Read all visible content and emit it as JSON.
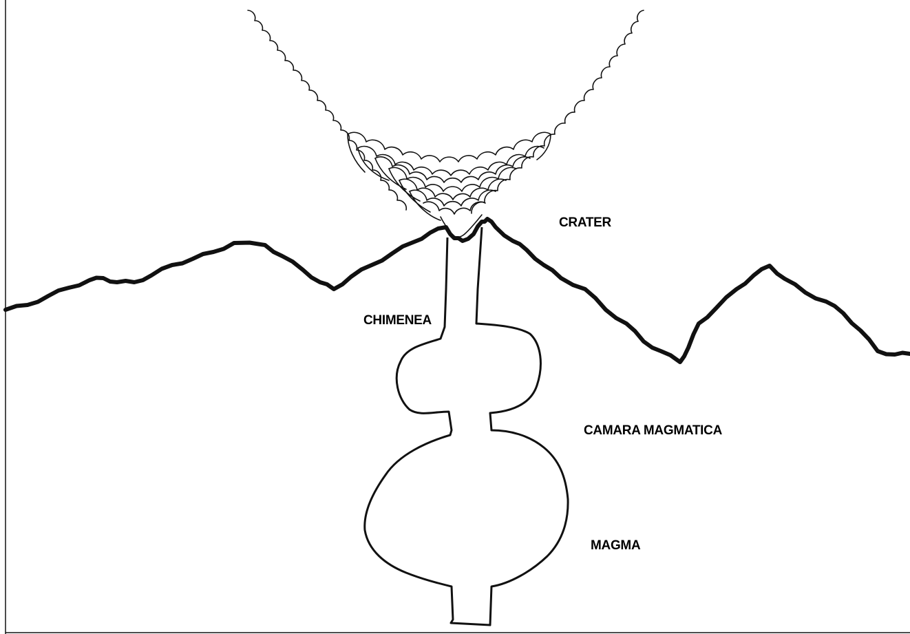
{
  "labels": {
    "crater": "CRATER",
    "chimenea": "CHIMENEA",
    "camara_magmatica": "CAMARA MAGMATICA",
    "magma": "MAGMA"
  },
  "colors": {
    "ink": "#111111",
    "background": "#ffffff"
  }
}
